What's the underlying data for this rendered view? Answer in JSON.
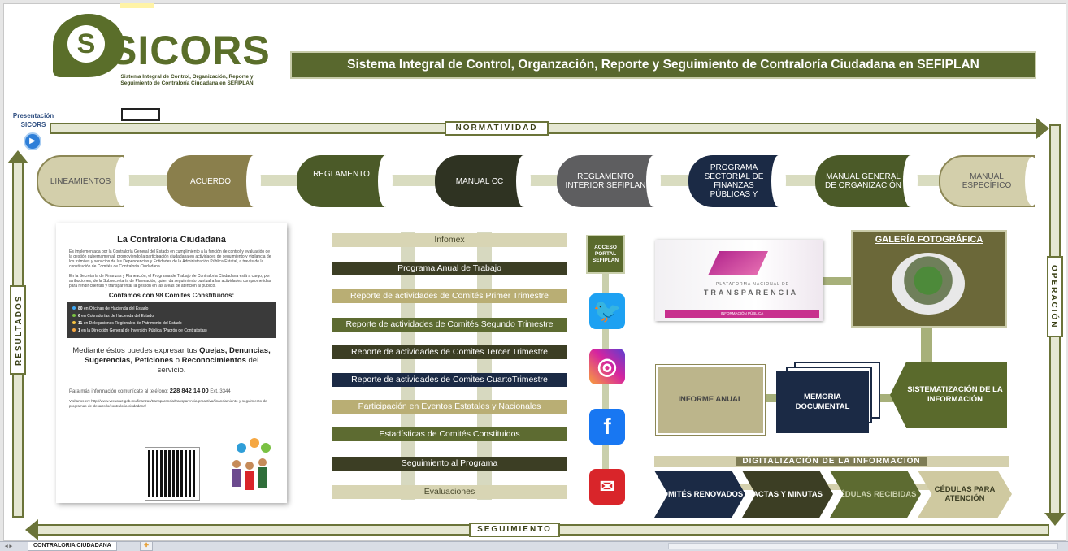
{
  "logo": {
    "brand": "SICORS",
    "letter": "S",
    "subtitle": "Sistema Integral de Control, Organización, Reporte y Seguimiento de Contraloría Ciudadana en SEFIPLAN"
  },
  "title_banner": "Sistema Integral  de Control, Organzación, Reporte y Seguimiento de Contraloría Ciudadana en SEFIPLAN",
  "presentacion": {
    "label": "Presentación SICORS",
    "icon": "play-icon"
  },
  "frame": {
    "top": "NORMATIVIDAD",
    "right": "OPERACIÓN",
    "bottom": "SEGUIMIENTO",
    "left": "RESULTADOS"
  },
  "documents": [
    {
      "label": "LINEAMIENTOS",
      "style": "light"
    },
    {
      "label": "ACUERDO",
      "style": "tan"
    },
    {
      "label": "REGLAMENTO",
      "style": "green"
    },
    {
      "label": "MANUAL CC",
      "style": "dark"
    },
    {
      "label": "REGLAMENTO INTERIOR SEFIPLAN",
      "style": "grey"
    },
    {
      "label": "PROGRAMA SECTORIAL DE FINANZAS PÚBLICAS Y",
      "style": "navy"
    },
    {
      "label": "MANUAL GENERAL DE ORGANIZACIÓN",
      "style": "green"
    },
    {
      "label": "MANUAL ESPECÍFICO",
      "style": "light"
    }
  ],
  "leaflet": {
    "heading": "La Contraloría Ciudadana",
    "para1": "Es implementada por la Contraloría General del Estado en cumplimiento a la función de control y evaluación de la gestión gubernamental, promoviendo la participación ciudadana en actividades de seguimiento y vigilancia de los trámites y servicios de las Dependencias y Entidades de la Administración Pública Estatal, a través de la constitución de Comités de Contraloría Ciudadana.",
    "para2": "En la Secretaría de Finanzas y Planeación, el Programa de Trabajo de Contraloría Ciudadana está a cargo, por atribuciones, de la Subsecretaría de Planeación, quien da seguimiento puntual a las actividades comprometidas para rendir cuentas y transparentar la gestión en las áreas de atención al público.",
    "committees": "Contamos con 98 Comités Constituidos:",
    "lines": [
      {
        "num": "80",
        "text": "en Oficinas de Hacienda del Estado",
        "color": "#3fa9f5"
      },
      {
        "num": "6",
        "text": "en Cobradurías de Hacienda del Estado",
        "color": "#7ac143"
      },
      {
        "num": "11",
        "text": "en Delegaciones Regionales de Patrimonio del Estado",
        "color": "#f5c242"
      },
      {
        "num": "1",
        "text": "en la Dirección General de Inversión Pública (Padrón de Contratistas)",
        "color": "#f5a742"
      }
    ],
    "big_text_pre": "Mediante éstos puedes expresar tus ",
    "big_text_bold": "Quejas, Denuncias, Sugerencias, Peticiones",
    "big_text_mid": " o ",
    "big_text_bold2": "Reconocimientos",
    "big_text_post": " del servicio.",
    "phone_pre": "Para más información comunícate al teléfono:",
    "phone": "228 842 14 00",
    "ext": "Ext. 3344",
    "url": "Visítanos en: http://www.veracruz.gob.mx/finanzas/transparencia/transparencia-proactiva/financiamiento-y-seguimiento-de-programas-de-desarrollo/contraloria-ciudadana/"
  },
  "center_list": [
    {
      "label": "Infomex",
      "style": "r-light"
    },
    {
      "label": "Programa Anual de Trabajo",
      "style": "r-dark"
    },
    {
      "label": "Reporte de actividades de Comités Primer Trimestre",
      "style": "r-tan"
    },
    {
      "label": "Reporte de actividades de Comités Segundo Trimestre",
      "style": "r-green"
    },
    {
      "label": "Reporte de actividades de Comites Tercer Trimestre",
      "style": "r-dark"
    },
    {
      "label": "Reporte de actividades de Comites CuartoTrimestre",
      "style": "r-navy"
    },
    {
      "label": "Participación en Eventos Estatales y Nacionales",
      "style": "r-tan"
    },
    {
      "label": "Estadísticas de Comités Constituidos",
      "style": "r-green"
    },
    {
      "label": "Seguimiento al Programa",
      "style": "r-dark"
    },
    {
      "label": "Evaluaciones",
      "style": "r-light"
    }
  ],
  "acceso": "ACCESO PORTAL SEFIPLAN",
  "social": [
    {
      "name": "twitter-icon",
      "glyph": "🐦",
      "color": "#1da1f2"
    },
    {
      "name": "instagram-icon",
      "glyph": "◎",
      "color": "#d6249f"
    },
    {
      "name": "facebook-icon",
      "glyph": "f",
      "color": "#1877f2"
    },
    {
      "name": "mailbox-icon",
      "glyph": "✉",
      "color": "#d9252a"
    }
  ],
  "pnt": {
    "line1": "PLATAFORMA NACIONAL DE",
    "line2": "TRANSPARENCIA",
    "bar": "INFORMACIÓN PÚBLICA"
  },
  "galeria": "GALERÍA FOTOGRÁFICA",
  "informe": "INFORME ANUAL",
  "memoria": "MEMORIA DOCUMENTAL",
  "sistematizacion": "SISTEMATIZACIÓN DE LA INFORMACIÓN",
  "digitalizacion": "DIGITALIZACIÓN  DE  LA  INFORMACIÓN",
  "chevrons": [
    {
      "label": "COMITÉS RENOVADOS",
      "bg": "#1b2a45",
      "fg": "#ffffff"
    },
    {
      "label": "ACTAS Y MINUTAS",
      "bg": "#3c3e24",
      "fg": "#ffffff"
    },
    {
      "label": "CÉDULAS RECIBIDAS",
      "bg": "#5d6b31",
      "fg": "#c9cfac"
    },
    {
      "label": "CÉDULAS PARA ATENCIÓN",
      "bg": "#cfc9a0",
      "fg": "#3c3e24"
    }
  ],
  "sheet_tab": "CONTRALORIA CIUDADANA",
  "colors": {
    "accent_green": "#5a6a2c",
    "navy": "#1b2a45",
    "tan": "#b9ae74"
  }
}
